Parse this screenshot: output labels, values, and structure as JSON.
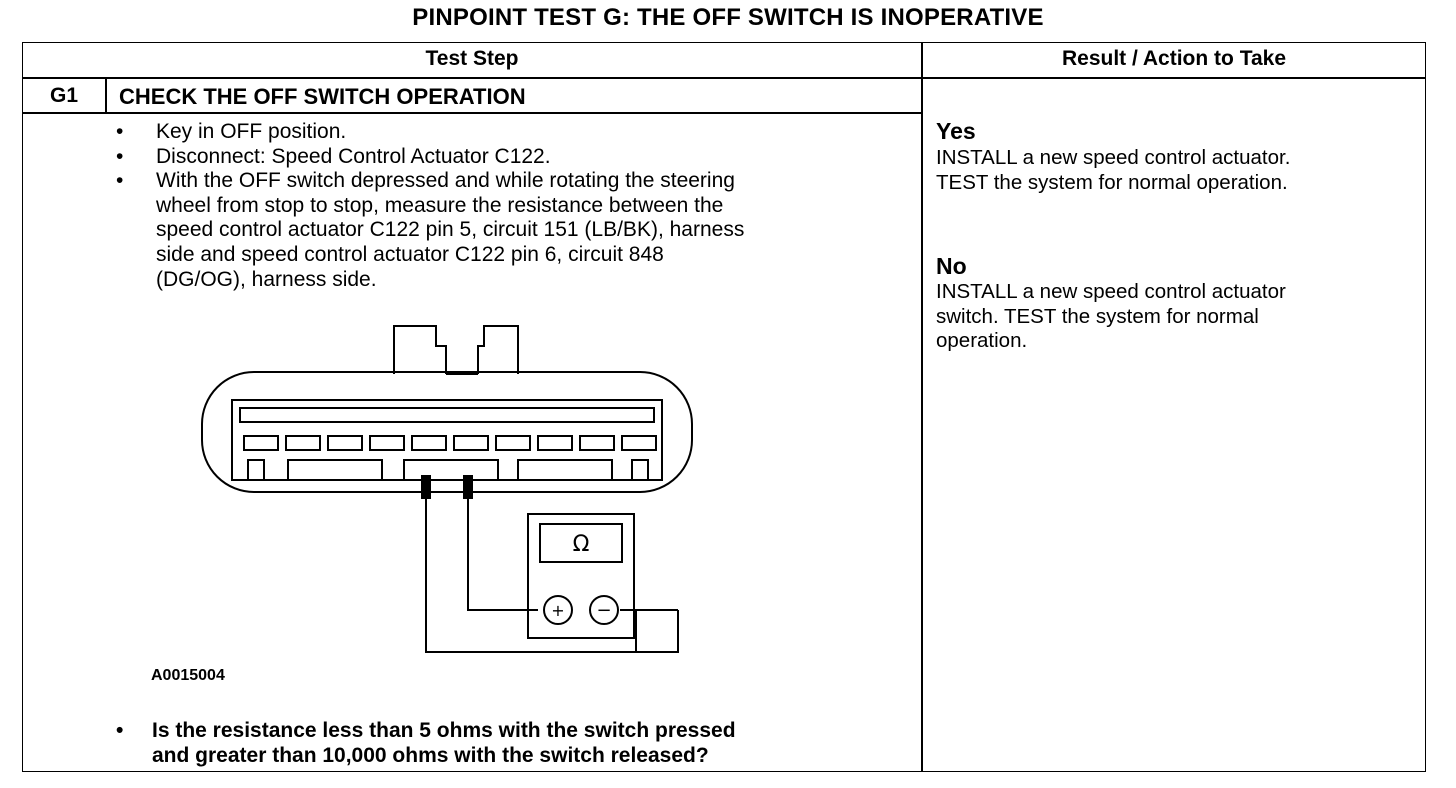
{
  "title": "PINPOINT TEST G: THE OFF SWITCH IS INOPERATIVE",
  "header": {
    "test_step": "Test Step",
    "result_action": "Result / Action to Take"
  },
  "step": {
    "id": "G1",
    "title": "CHECK THE OFF SWITCH OPERATION",
    "bullets": [
      "Key in OFF position.",
      "Disconnect: Speed Control Actuator C122.",
      "With the OFF switch depressed and while rotating the steering\nwheel from stop to stop, measure the resistance between the\nspeed control actuator C122 pin 5, circuit 151 (LB/BK), harness\nside and speed control actuator C122 pin 6, circuit 848\n(DG/OG), harness side."
    ],
    "bullet_glyph": "•",
    "figure_label": "A0015004",
    "question": "Is the resistance less than 5 ohms with the switch pressed\nand greater than 10,000 ohms with the switch released?"
  },
  "meter": {
    "symbol": "Ω",
    "plus": "+",
    "minus": "−"
  },
  "results": {
    "yes_label": "Yes",
    "yes_text": "INSTALL a new speed control actuator.\nTEST the system for normal operation.",
    "no_label": "No",
    "no_text": "INSTALL a new speed control actuator\nswitch. TEST the system for normal\noperation."
  }
}
